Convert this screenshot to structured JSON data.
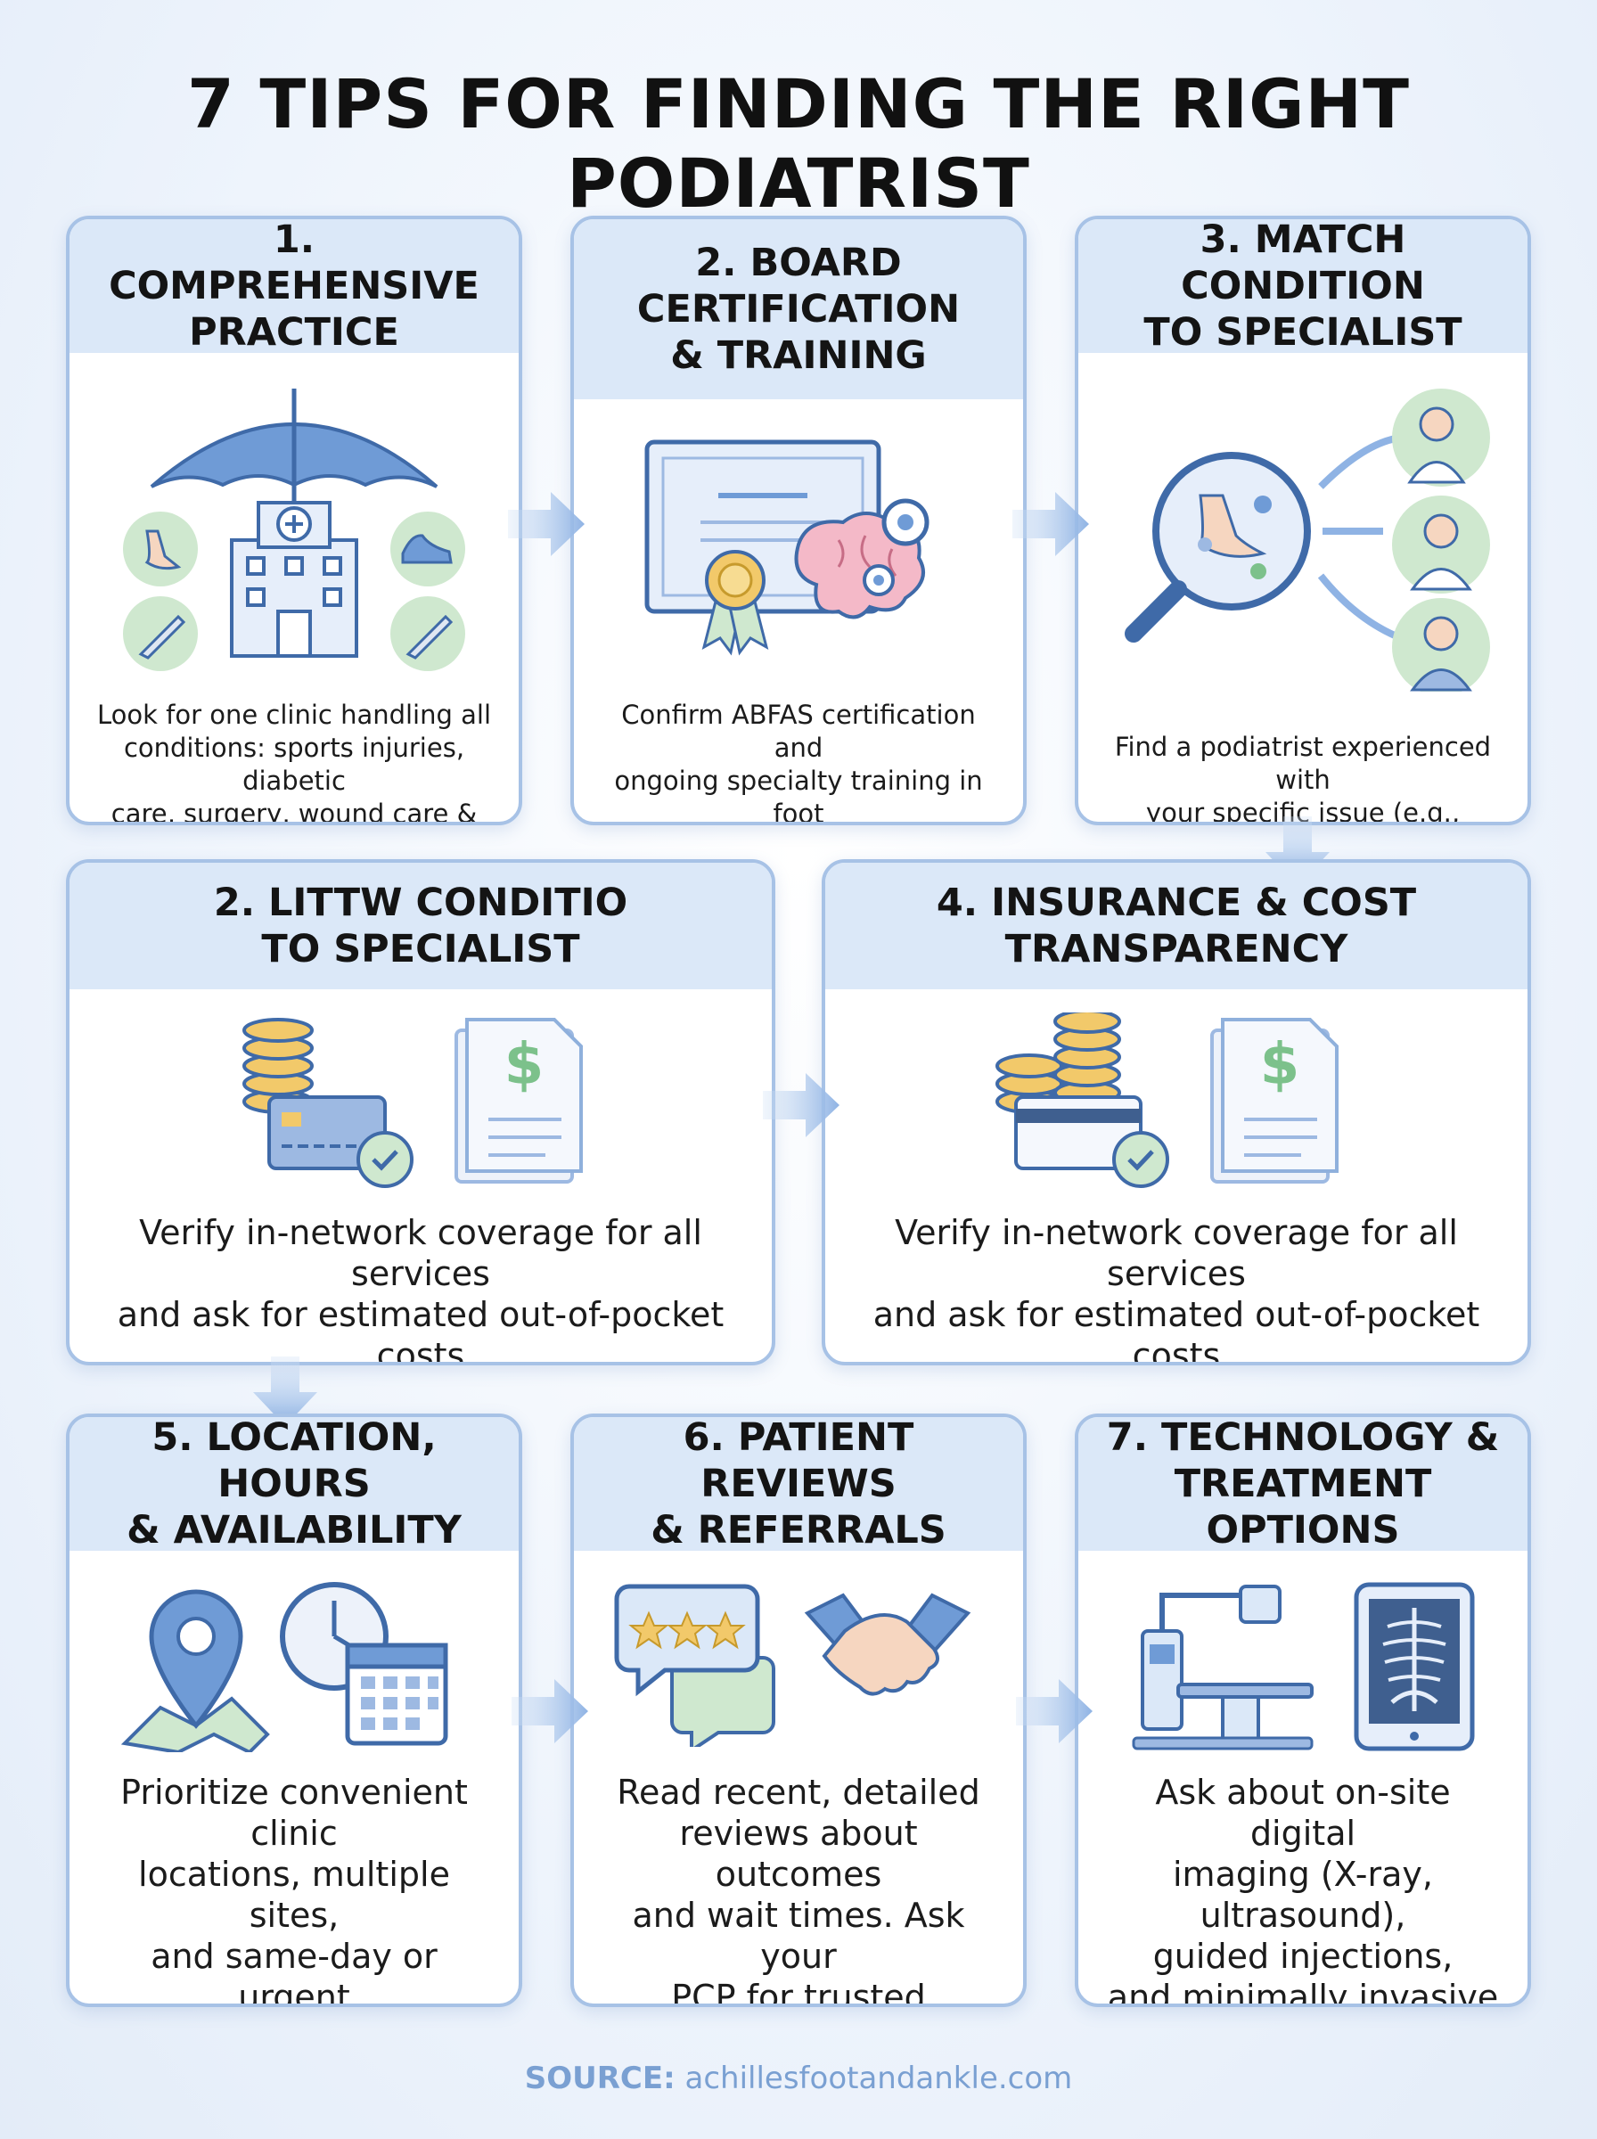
{
  "title": "7 TIPS FOR FINDING THE RIGHT PODIATRIST",
  "cards": [
    {
      "heading": "1. COMPREHENSIVE\nPRACTICE",
      "text": "Look for one clinic handling all\nconditions: sports injuries, diabetic\ncare, surgery, wound care &"
    },
    {
      "heading": "2. BOARD\nCERTIFICATION\n& TRAINING",
      "text": "Confirm ABFAS certification and\nongoing specialty training in foot\n& ankle surgery. Ensures"
    },
    {
      "heading": "3. MATCH CONDITION\nTO SPECIALIST",
      "text": "Find a podiatrist experienced with\nyour specific issue (e.g., runners,"
    },
    {
      "heading": "2. LITTW CONDITIO\nTO SPECIALIST",
      "text": "Verify in-network coverage for all services\nand ask for estimated out-of-pocket costs\nupfront. Avoid surprise bills."
    },
    {
      "heading": "4. INSURANCE & COST\nTRANSPARENCY",
      "text": "Verify in-network coverage for all services\nand ask for estimated out-of-pocket costs\nupfront. Avoid surprise bills."
    },
    {
      "heading": "5. LOCATION, HOURS\n& AVAILABILITY",
      "text": "Prioritize convenient clinic\nlocations, multiple sites,\nand same-day or urgent\nappointment options for\ntimely care."
    },
    {
      "heading": "6. PATIENT REVIEWS\n& REFERRALS",
      "text": "Read recent, detailed\nreviews about outcomes\nand wait times. Ask your\nPCP for trusted referrals."
    },
    {
      "heading": "7. TECHNOLOGY &\nTREATMENT OPTIONS",
      "text": "Ask about on-site digital\nimaging (X-ray, ultrasound),\nguided injections,\nand minimally invasive\nsurgical options."
    }
  ],
  "source": {
    "label": "SOURCE:",
    "value": "achillesfootandankle.com"
  },
  "icons": {
    "card1": [
      "umbrella-icon",
      "hospital-building-icon",
      "foot-icon",
      "sneaker-icon",
      "scalpel-icon"
    ],
    "card2": [
      "certificate-icon",
      "award-ribbon-icon",
      "brain-gears-icon"
    ],
    "card3": [
      "magnifier-foot-icon",
      "doctor-runner-icon",
      "senior-doctor-icon",
      "doctor-icon"
    ],
    "card4": [
      "coins-card-check-icon",
      "dollar-document-icon"
    ],
    "card5": [
      "coins-card-check-icon",
      "dollar-document-icon"
    ],
    "card6": [
      "map-pin-icon",
      "clock-calendar-icon"
    ],
    "card7": [
      "review-chat-stars-icon",
      "handshake-icon"
    ],
    "card8": [
      "imaging-machine-icon",
      "xray-tablet-icon"
    ]
  },
  "colors": {
    "accent": "#6f9bd6",
    "header": "#dbe8f8",
    "border": "#a7c2e6",
    "green": "#cfe8cf",
    "gold": "#f2c96a"
  }
}
